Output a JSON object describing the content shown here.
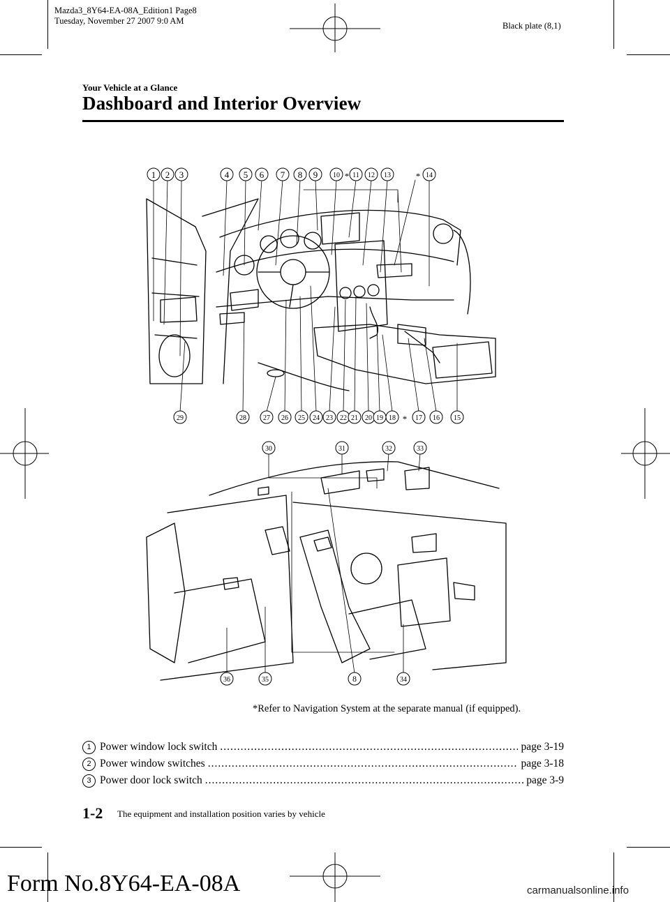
{
  "header": {
    "print_line1": "Mazda3_8Y64-EA-08A_Edition1 Page8",
    "print_line2": "Tuesday, November 27 2007 9:0 AM",
    "plate": "Black plate (8,1)"
  },
  "section_label": "Your Vehicle at a Glance",
  "page_title": "Dashboard and Interior Overview",
  "figure": {
    "top_callouts": [
      "1",
      "2",
      "3",
      "4",
      "5",
      "6",
      "7",
      "8",
      "9",
      "10",
      "*",
      "11",
      "12",
      "13",
      "*",
      "14"
    ],
    "bottom_callouts": [
      "29",
      "28",
      "27",
      "26",
      "25",
      "24",
      "23",
      "22",
      "21",
      "20",
      "19",
      "18",
      "*",
      "17",
      "16",
      "15"
    ],
    "cabin_top_callouts": [
      "30",
      "31",
      "32",
      "33"
    ],
    "cabin_bottom_callouts": [
      "36",
      "35",
      "8",
      "34"
    ]
  },
  "footnote": "*Refer to Navigation System at the separate manual (if equipped).",
  "items": [
    {
      "num": "1",
      "label": "Power window lock switch",
      "page": "page 3-19"
    },
    {
      "num": "2",
      "label": "Power window switches",
      "page": "page 3-18"
    },
    {
      "num": "3",
      "label": "Power door lock switch",
      "page": "page 3-9"
    }
  ],
  "footer": {
    "page_number": "1-2",
    "note": "The equipment and installation position varies by vehicle",
    "form_number": "Form No.8Y64-EA-08A",
    "watermark": "carmanualsonline.info"
  }
}
